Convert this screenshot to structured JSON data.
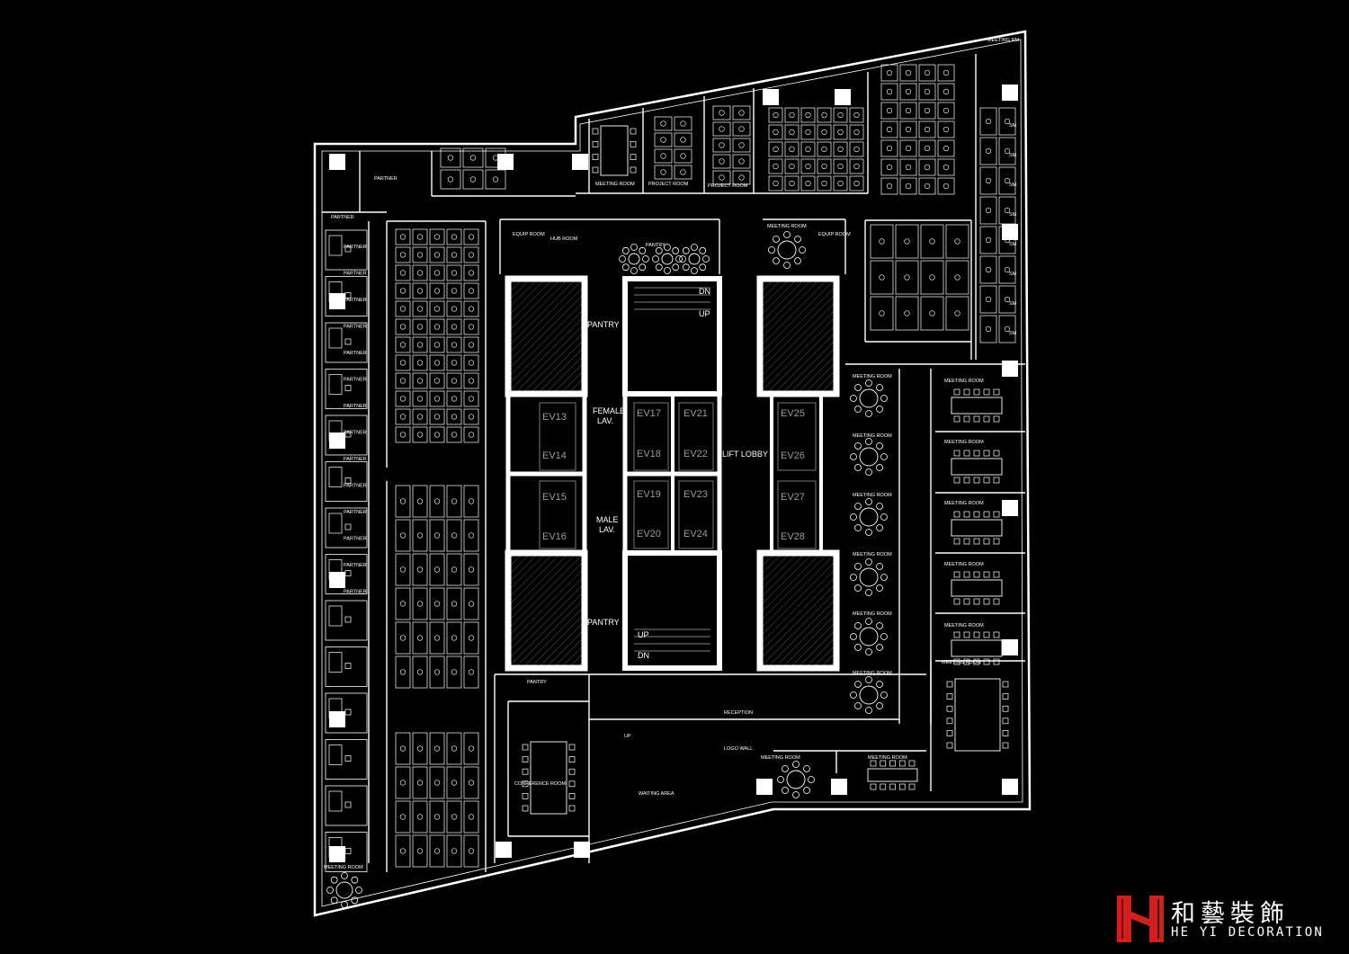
{
  "colors": {
    "background": "#000000",
    "line": "#ffffff",
    "brand_red": "#d21e1e",
    "hatch": "#555555"
  },
  "brand": {
    "name_cn": "和藝裝飾",
    "name_en": "HE  YI  DECORATION",
    "logo_icon": "he-yi-logo-icon"
  },
  "rooms": {
    "top": [
      "MEETING ROOM",
      "PROJECT ROOM",
      "PROJECT ROOM",
      "MEETING RM"
    ],
    "partner_upper": [
      "PARTNER",
      "PARTNER"
    ],
    "partner_left": [
      "PARTNER",
      "PARTNER",
      "PARTNER",
      "PARTNER",
      "PARTNER",
      "PARTNER",
      "PARTNER",
      "PARTNER",
      "PARTNER",
      "PARTNER",
      "PARTNER",
      "PARTNER",
      "PARTNER",
      "PARTNER"
    ],
    "sm": [
      "SM",
      "SM",
      "SM",
      "SM",
      "SM",
      "SM",
      "SM",
      "SM"
    ],
    "core_top": [
      "EQUIP ROOM",
      "HUB ROOM",
      "PANTRY",
      "MEETING ROOM",
      "EQUIP ROOM"
    ],
    "meeting_right": [
      "MEETING ROOM",
      "MEETING ROOM",
      "MEETING ROOM",
      "MEETING ROOM",
      "MEETING ROOM",
      "MEETING ROOM"
    ],
    "meeting_far_right": [
      "MEETING ROOM",
      "MEETING ROOM",
      "MEETING ROOM",
      "MEETING ROOM",
      "MEETING ROOM"
    ],
    "core": {
      "pantry_upper": "PANTRY",
      "pantry_lower": "PANTRY",
      "female": "FEMALE",
      "female_lav": "LAV.",
      "male": "MALE",
      "male_lav": "LAV.",
      "lift_lobby": "LIFT LOBBY",
      "dn_upper": "DN",
      "up_upper": "UP",
      "up_lower": "UP",
      "dn_lower": "DN"
    },
    "elevators": [
      "EV13",
      "EV14",
      "EV15",
      "EV16",
      "EV17",
      "EV18",
      "EV19",
      "EV20",
      "EV21",
      "EV22",
      "EV23",
      "EV24",
      "EV25",
      "EV26",
      "EV27",
      "EV28"
    ],
    "bottom": {
      "pantry": "PANTRY",
      "reception": "RECEPTION",
      "logo_wall": "LOGO WALL",
      "up": "UP",
      "conference": "CONFERENCE ROOM",
      "waiting": "WAITING AREA",
      "meeting_a": "MEETING ROOM",
      "meeting_b": "MEETING ROOM",
      "meeting_c": "MEETING ROOM",
      "meeting_corner": "MEETING ROOM"
    }
  }
}
